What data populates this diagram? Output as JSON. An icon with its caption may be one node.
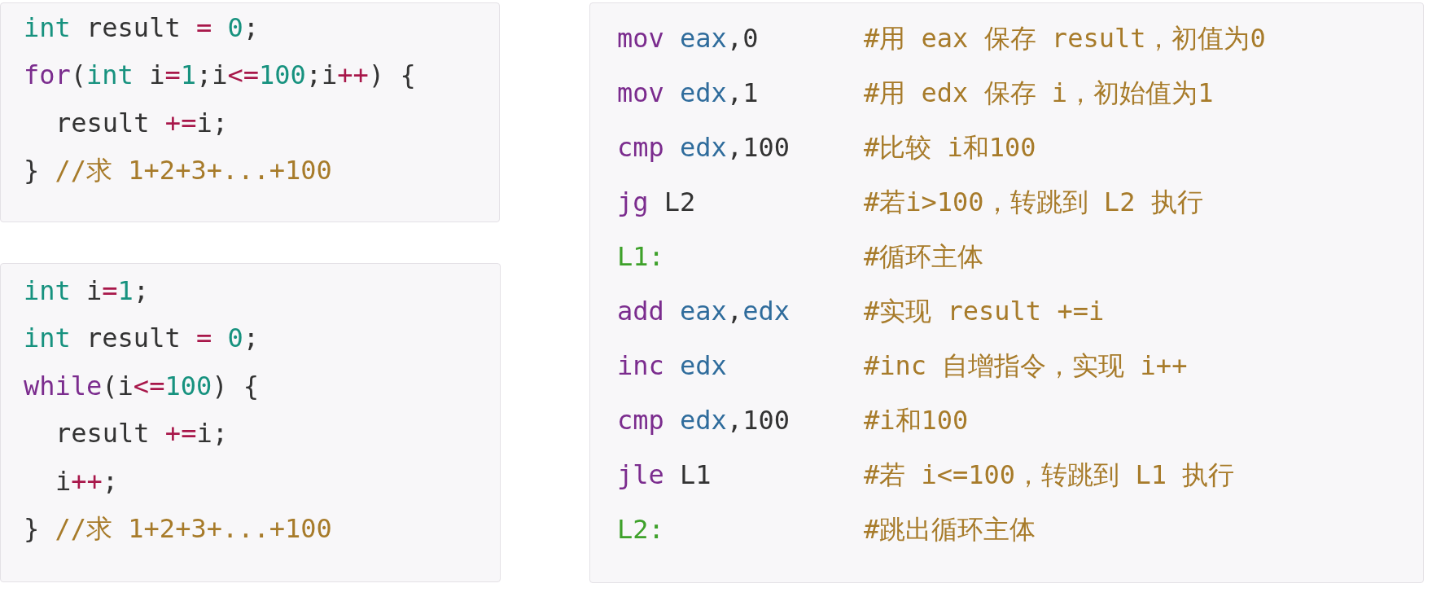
{
  "diagram": {
    "nodes": [
      {
        "text": [
          "int result = 0;",
          "for(int i=1;i<=100;i++) {",
          "result +=i;",
          "} //求 1+2+3+...+100"
        ]
      },
      {
        "text": [
          "int i=1;",
          "int result = 0;",
          "while(i<=100) {",
          "result +=i;",
          "i++;",
          "} //求 1+2+3+...+100"
        ]
      },
      {
        "text": [
          "mov eax,0",
          "#用 eax 保存 result，初值为0",
          "mov edx,1",
          "#用 edx 保存 i，初始值为1",
          "cmp edx,100",
          "#比较 i和100",
          "jg L2",
          "#若i>100，转跳到 L2 执行",
          "L1:",
          "#循环主体",
          "add eax,edx",
          "#实现 result +=i",
          "inc edx",
          "#inc 自增指令，实现 i++",
          "cmp edx,100",
          "#i和100",
          "jle L1",
          "#若 i<=100，转跳到 L1 执行",
          "L2:",
          "#跳出循环主体"
        ]
      }
    ]
  }
}
